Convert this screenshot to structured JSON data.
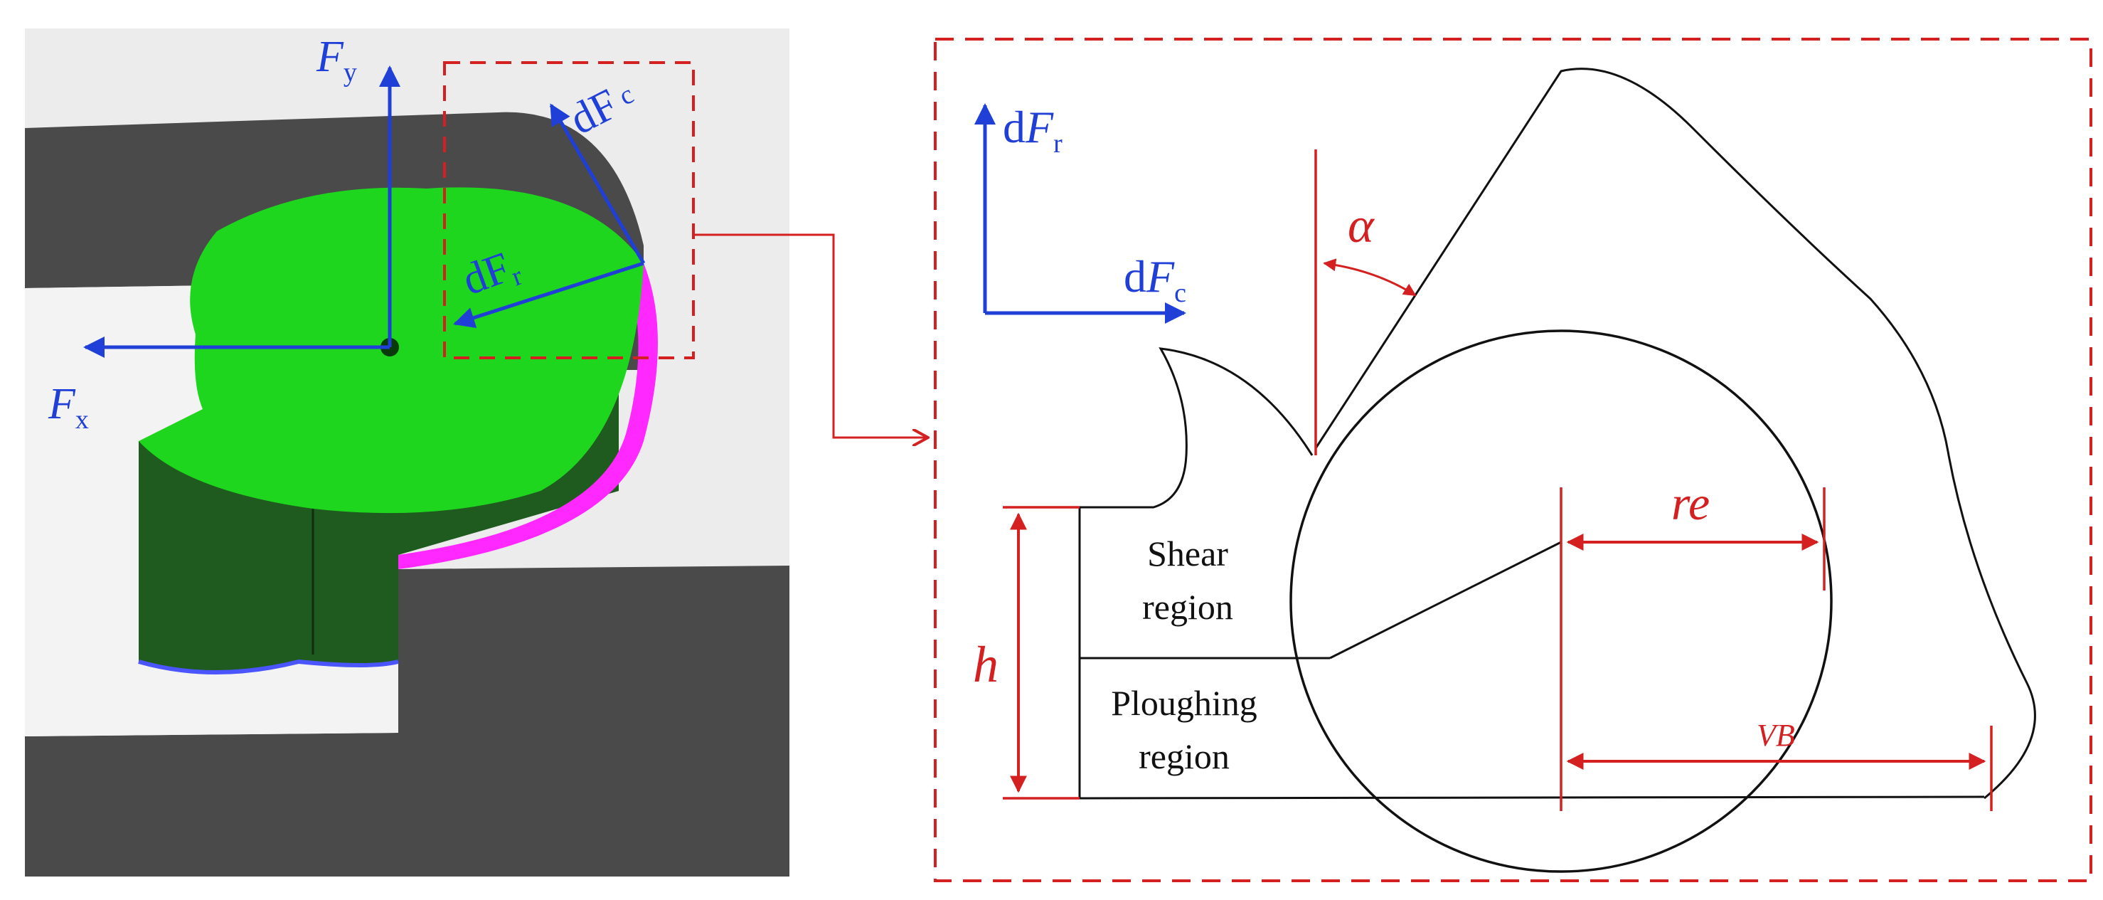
{
  "left_panel": {
    "labels": {
      "fy_main": "F",
      "fy_sub": "y",
      "fx_main": "F",
      "fx_sub": "x",
      "dfc_main": "dF",
      "dfc_sub": "c",
      "dfr_main": "dF",
      "dfr_sub": "r"
    }
  },
  "right_panel": {
    "labels": {
      "dfr_d": "d",
      "dfr_F": "F",
      "dfr_sub": "r",
      "dfc_d": "d",
      "dfc_F": "F",
      "dfc_sub": "c",
      "alpha": "α",
      "re": "re",
      "h": "h",
      "vb": "VB",
      "shear_line1": "Shear",
      "shear_line2": "region",
      "plough_line1": "Ploughing",
      "plough_line2": "region"
    }
  },
  "colors": {
    "workpiece_gray": "#4d4d4d",
    "background_gray": "#ececec",
    "tool_green": "#1ed61e",
    "tool_side_dark_green": "#1f5a1f",
    "flank_magenta": "#ff28ff",
    "force_blue": "#1f3fd6",
    "annotation_red": "#d42020"
  }
}
